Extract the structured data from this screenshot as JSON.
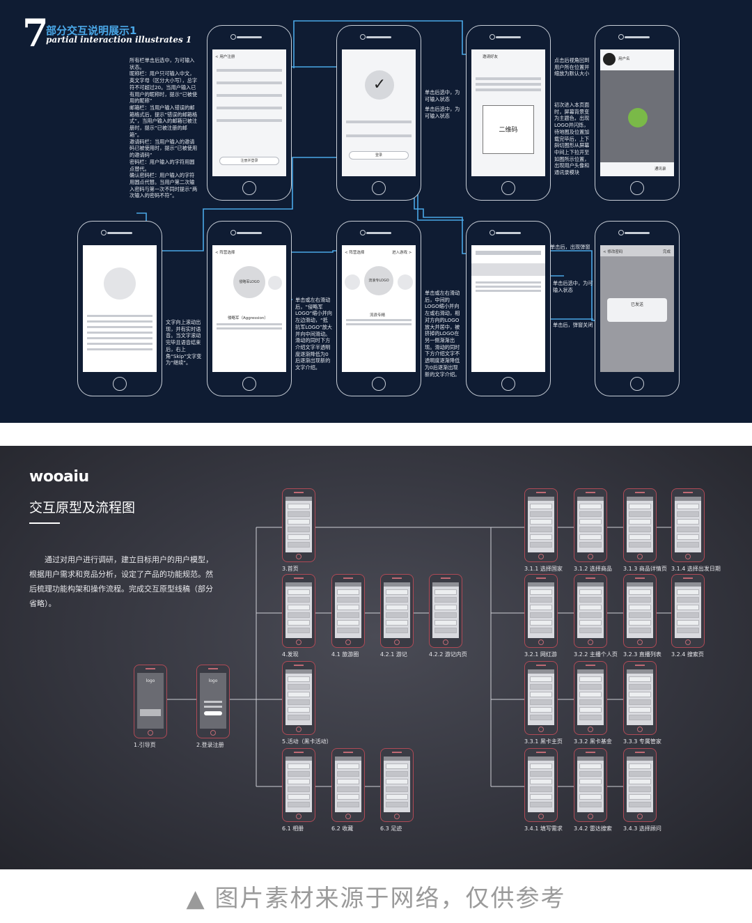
{
  "top": {
    "number": "7",
    "title_cn": "部分交互说明展示1",
    "title_en": "partial interaction illustrates 1",
    "annotations": {
      "register": "所有栏单击后选中，为可输入状态。\n昵称栏：用户只可输入中文，英文字母（区分大小写），总字符不可超过20。当用户输入已有用户的昵称时，提示“已被使用的昵称”\n邮箱栏：当用户输入错误的邮箱格式后，提示“错误的邮箱格式”，当用户输入的邮箱已被注册时，提示“已被注册的邮箱”。\n邀请码栏：当用户输入的邀请码已被使用时，提示“已被使用的邀请码”\n密码栏：用户输入的字符用圆点替代。\n确认密码栏：用户输入的字符用圆点代替。当用户第二次输入密码与第一次不同时提示“两次输入的密码不符”。",
      "login_1": "单击后选中，为可输入状态",
      "login_2": "单击后选中，为可输入状态",
      "map": "点击后视角回到用户所在位置并缩放为默认大小",
      "map_2": "初次进入本页面时，屏幕背景变为主题色，出现LOGO并闪烁，待地图及位置加载完毕后，上下斜切图形从屏幕中间上下拉开至如图所示位置，出现用户头像和通讯录模块",
      "splash": "文字向上滚动出现，并有实时语音。当文字滚动完毕且语音结束后，右上角“Skip”文字变为“继续”。",
      "brand": "单击或左右滑动后，“侵略军LOGO”缩小并向左边滑动，“抵抗军LOGO”放大并向中间滑动。滑动的同时下方介绍文字半透明度逐渐降低为0后逐渐出现新的文字介绍。",
      "brand_2": "单击或左右滑动后，中间的LOGO缩小并向左或右滑动，相对方向的LOGO放大并居中，被挤掉的LOGO在另一侧渐渐出现。滑动的同时下方介绍文字不透明度逐渐降低为0后逐渐出现新的文字介绍。",
      "pw_1": "单击后，出现弹窗",
      "pw_2": "单击后选中，为可输入状态",
      "pw_3": "单击后，弹窗关闭"
    },
    "screens": {
      "register_title": "< 用户注册",
      "register_btn": "注册并登录",
      "login_btn": "登录",
      "invite_title": "邀请好友",
      "qr": "二维码",
      "map_user": "用户名",
      "map_contacts": "通讯录",
      "brand_title": "< 阵营选择",
      "brand_logo": "侵略军LOGO",
      "brand_name": "侵略军（Aggression）",
      "brand2_title": "< 阵营选择",
      "brand2_next": "进入游戏 >",
      "brand2_logo": "流浪专LOGO",
      "brand2_name": "流浪专精",
      "pw_title": "< 修改密码",
      "pw_done": "完成",
      "pw_popup": "已发送"
    }
  },
  "bottom": {
    "logo": "wooaiu",
    "heading": "交互原型及流程图",
    "description": "通过对用户进行调研，建立目标用户的用户模型，根据用户需求和竞品分析，设定了产品的功能规范。然后梳理功能构架和操作流程。完成交互原型线稿（部分省略）。",
    "screens": [
      {
        "label": "1.引导页",
        "logo": "logo"
      },
      {
        "label": "2.登录注册",
        "logo": "logo"
      },
      {
        "label": "3.首页"
      },
      {
        "label": "4.发现"
      },
      {
        "label": "4.1 旅游圈"
      },
      {
        "label": "4.2.1 游记"
      },
      {
        "label": "4.2.2 游记内页"
      },
      {
        "label": "5.活动（黑卡活动）"
      },
      {
        "label": "6.1 相册"
      },
      {
        "label": "6.2 收藏"
      },
      {
        "label": "6.3 足迹"
      },
      {
        "label": "3.1.1 选择国家"
      },
      {
        "label": "3.1.2 选择商品"
      },
      {
        "label": "3.1.3 商品详情页"
      },
      {
        "label": "3.1.4 选择出发日期"
      },
      {
        "label": "3.2.1 网红游"
      },
      {
        "label": "3.2.2 主播个人页"
      },
      {
        "label": "3.2.3 直播列表"
      },
      {
        "label": "3.2.4 搜索页"
      },
      {
        "label": "3.3.1 黑卡主页"
      },
      {
        "label": "3.3.2 黑卡基金"
      },
      {
        "label": "3.3.3 专属管家"
      },
      {
        "label": "3.4.1 填写需求"
      },
      {
        "label": "3.4.2 雷达搜索"
      },
      {
        "label": "3.4.3 选择顾问"
      }
    ]
  },
  "caption": "▲ 图片素材来源于网络，仅供参考"
}
